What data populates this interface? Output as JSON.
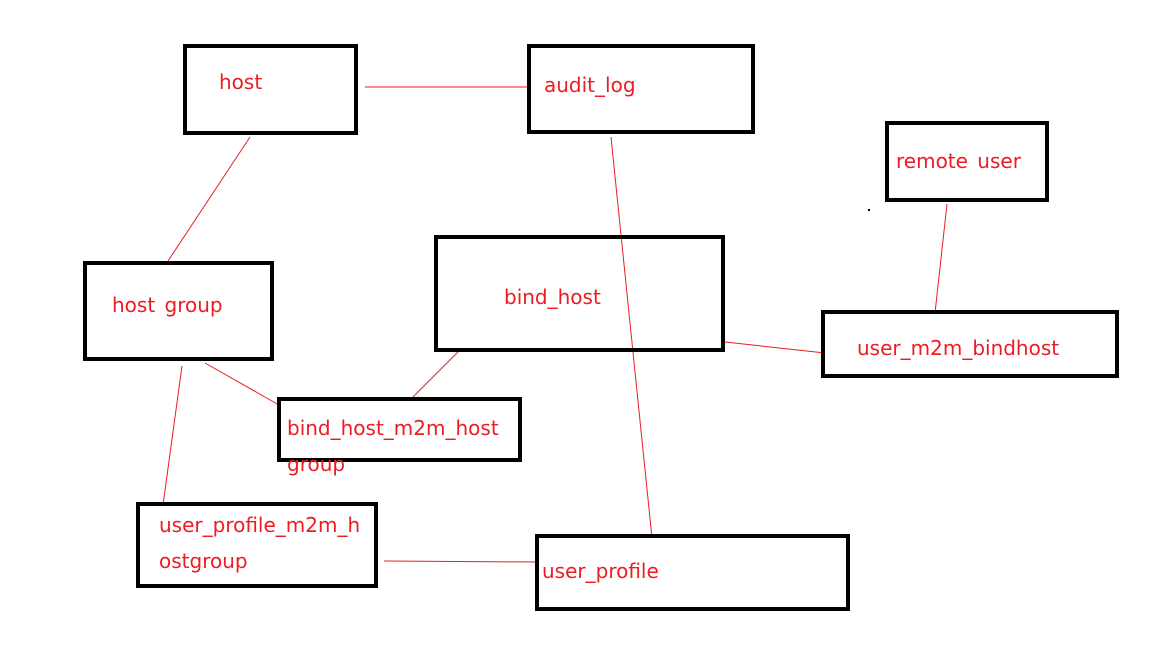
{
  "diagram": {
    "nodes": {
      "host": "host",
      "audit_log": "audit_log",
      "remote_user": "remote user",
      "bind_host": "bind_host",
      "host_group": "host group",
      "user_m2m_bindhost": "user_m2m_bindhost",
      "bind_host_m2m_hostgroup": {
        "line1": "bind_host_m2m_host",
        "line2": "group"
      },
      "user_profile_m2m_hostgroup": {
        "line1": "user_profile_m2m_h",
        "line2": "ostgroup"
      },
      "user_profile": "user_profile"
    },
    "edges": [
      [
        "host",
        "audit_log"
      ],
      [
        "host",
        "host_group"
      ],
      [
        "audit_log",
        "user_profile"
      ],
      [
        "remote_user",
        "user_m2m_bindhost"
      ],
      [
        "bind_host",
        "user_m2m_bindhost"
      ],
      [
        "bind_host",
        "bind_host_m2m_hostgroup"
      ],
      [
        "host_group",
        "bind_host_m2m_hostgroup"
      ],
      [
        "host_group",
        "user_profile_m2m_hostgroup"
      ],
      [
        "user_profile_m2m_hostgroup",
        "user_profile"
      ]
    ],
    "colors": {
      "box_border": "#000000",
      "label_text": "#ed1c24",
      "connector": "#ed1c24",
      "background": "#ffffff"
    }
  }
}
